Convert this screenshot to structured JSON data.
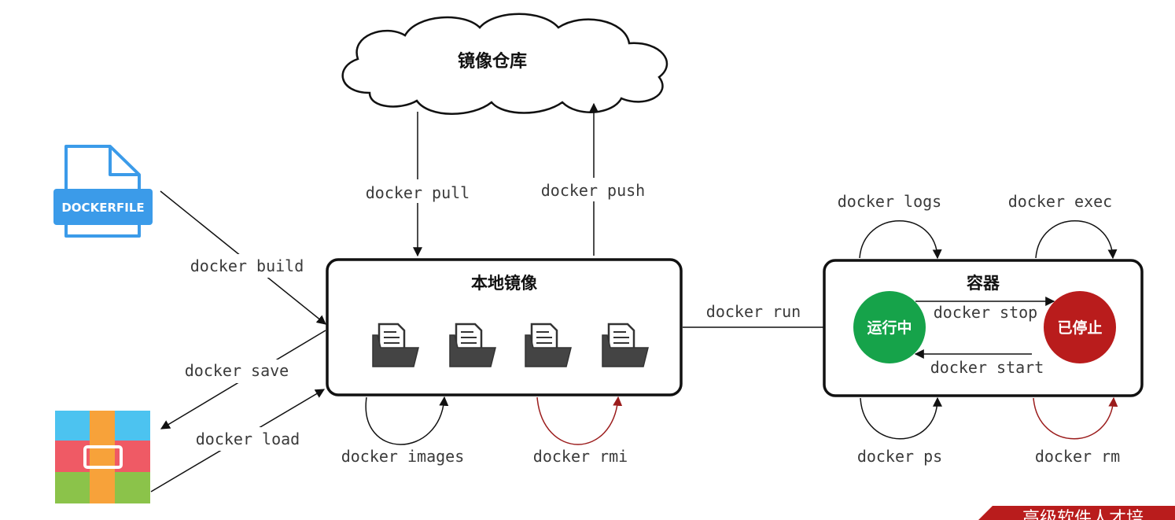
{
  "repository": {
    "label": "镜像仓库"
  },
  "local_images": {
    "title": "本地镜像"
  },
  "container": {
    "title": "容器",
    "running": "运行中",
    "stopped": "已停止",
    "running_color": "#16a34a",
    "stopped_color": "#b91c1c"
  },
  "dockerfile": {
    "label": "DOCKERFILE",
    "color": "#3b9be9"
  },
  "commands": {
    "pull": "docker pull",
    "push": "docker push",
    "build": "docker build",
    "save": "docker save",
    "load": "docker load",
    "images": "docker images",
    "rmi": "docker rmi",
    "run": "docker run",
    "logs": "docker logs",
    "exec": "docker exec",
    "stop": "docker stop",
    "start": "docker start",
    "ps": "docker ps",
    "rm": "docker rm"
  },
  "banner": {
    "text": "高级软件人才培"
  },
  "colors": {
    "arrow": "#111111",
    "delete_arrow": "#9b1c1c",
    "banner": "#b91c1c"
  }
}
